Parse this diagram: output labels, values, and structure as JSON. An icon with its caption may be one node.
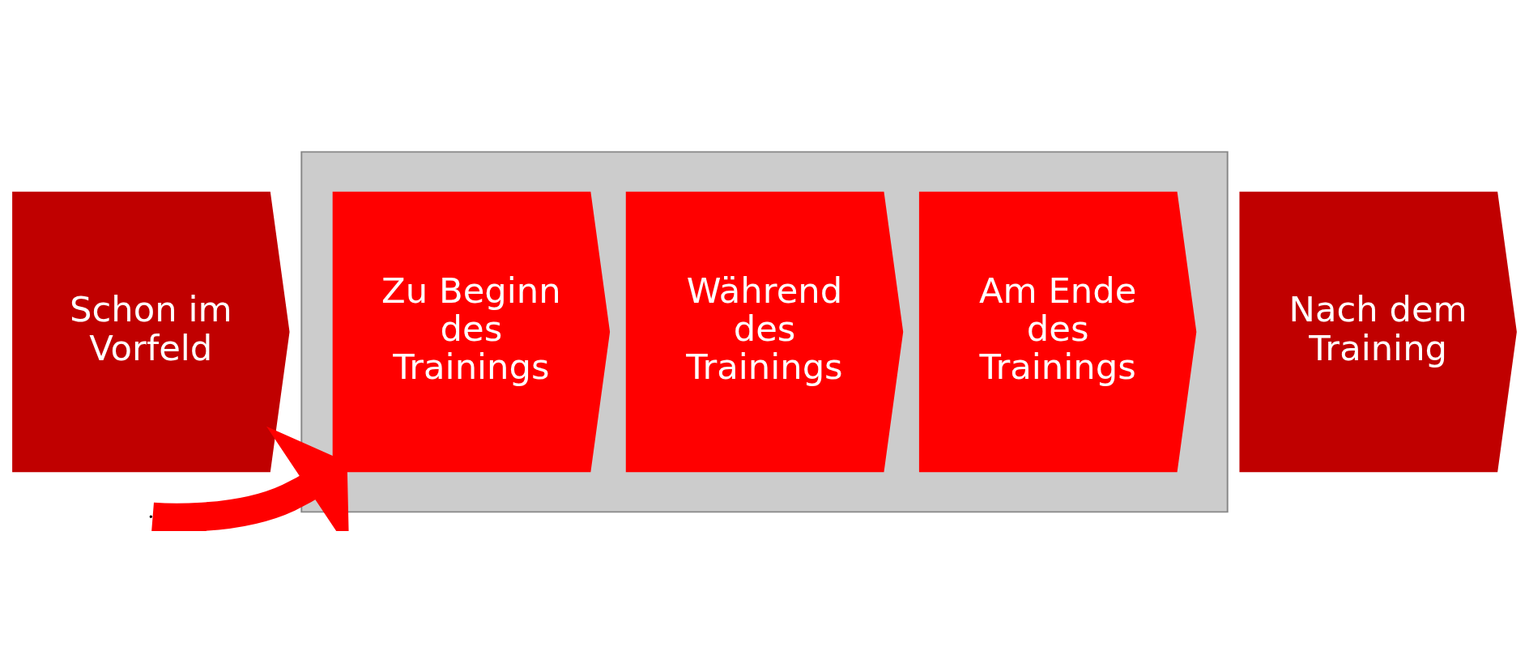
{
  "diagram": {
    "nodes": [
      {
        "text": [
          "Schon im Vorfeld"
        ]
      },
      {
        "text": [],
        "shape": "box"
      },
      {
        "text": [
          "Zu Beginn des Trainings"
        ],
        "in": 1
      },
      {
        "text": [
          "Während des Trainings"
        ],
        "in": 1
      },
      {
        "text": [
          "Am Ende des Trainings"
        ],
        "in": 1
      },
      {
        "text": [
          "Nach dem Training"
        ]
      }
    ],
    "edges": [
      {
        "from": null,
        "to": 2,
        "arrow": "to"
      }
    ]
  }
}
